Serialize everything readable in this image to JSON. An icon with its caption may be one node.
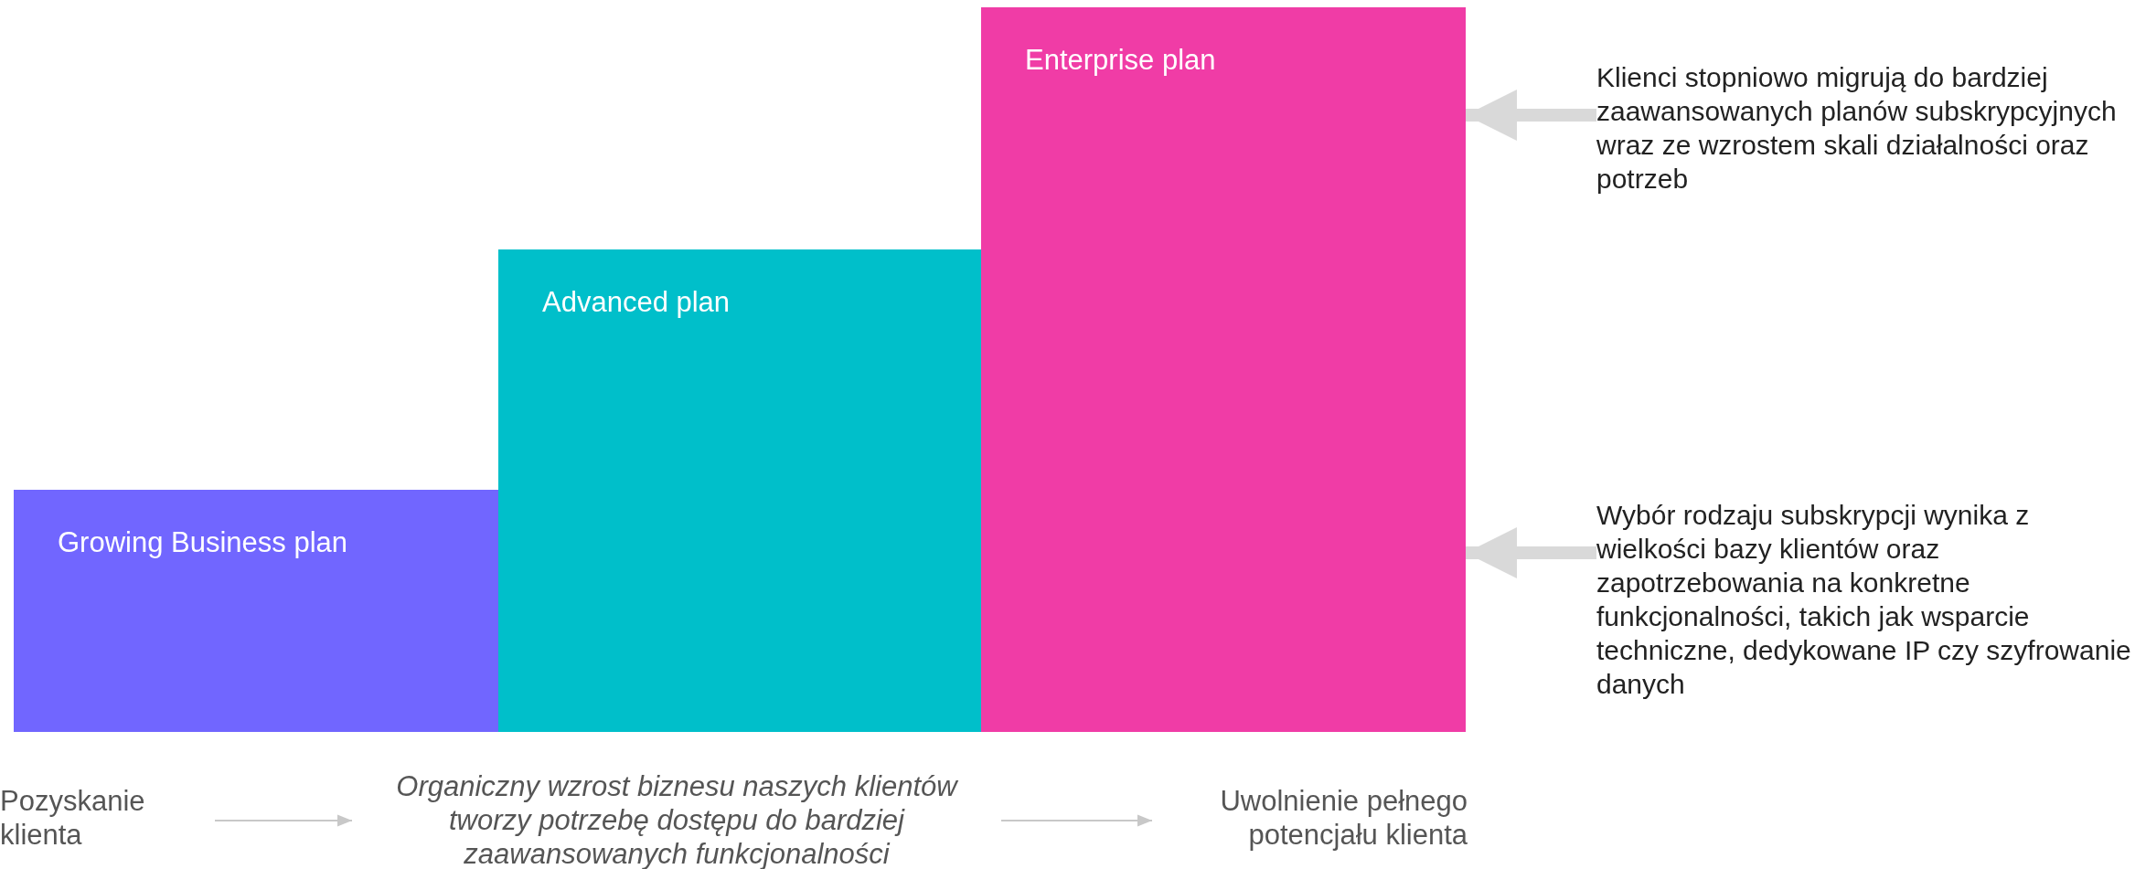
{
  "diagram": {
    "nodes": [
      {
        "text": [
          "Growing Business plan"
        ]
      },
      {
        "text": [
          "Advanced plan"
        ]
      },
      {
        "text": [
          "Enterprise plan"
        ]
      },
      {
        "text": [
          "Pozyskanie klienta"
        ]
      },
      {
        "text": [
          "Organiczny wzrost biznesu naszych klientów tworzy potrzebę dostępu do bardziej zaawansowanych funkcjonalności"
        ]
      },
      {
        "text": [
          "Uwolnienie pełnego potencjału klienta"
        ]
      },
      {
        "text": [
          "Klienci stopniowo migrują do bardziej zaawansowanych planów subskrypcyjnych wraz ze wzrostem skali działalności oraz potrzeb"
        ]
      },
      {
        "text": [
          "Wybór rodzaju subskrypcji wynika z wielkości bazy klientów oraz zapotrzebowania na konkretne funkcjonalności, takich jak wsparcie techniczne, dedykowane IP czy szyfrowanie danych"
        ]
      }
    ],
    "edges": [
      {
        "from": 3,
        "to": 4,
        "arrow": "to"
      },
      {
        "from": 4,
        "to": 5,
        "arrow": "to"
      },
      {
        "from": 6,
        "to": 2,
        "arrow": "to",
        "style": "thick"
      },
      {
        "from": 7,
        "to": 2,
        "arrow": "to",
        "style": "thick"
      }
    ]
  }
}
